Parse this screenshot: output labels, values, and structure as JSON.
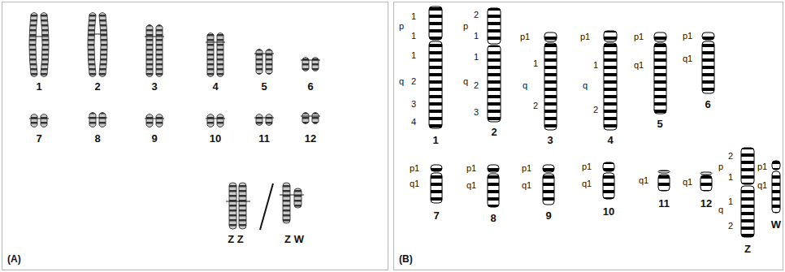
{
  "diagram": {
    "nodes": [
      {
        "text": [
          "(A)"
        ]
      },
      {
        "text": [
          "(B)"
        ]
      }
    ],
    "labels": [
      "1",
      "2",
      "3",
      "4",
      "5",
      "6",
      "7",
      "8",
      "9",
      "10",
      "11",
      "12",
      "Z Z",
      "Z W",
      "p",
      "1",
      "1",
      "q",
      "1",
      "2",
      "3",
      "4",
      "p",
      "2",
      "1",
      "q",
      "1",
      "2",
      "3",
      "p1",
      "q",
      "1",
      "2",
      "p1",
      "q",
      "1",
      "2",
      "p1",
      "q1",
      "p1",
      "q1",
      "p1",
      "q1",
      "p1",
      "q1",
      "p1",
      "q1",
      "p1",
      "q1",
      "q1",
      "q1",
      "p",
      "2",
      "1",
      "q",
      "1",
      "2",
      "p1",
      "q1",
      "1",
      "2",
      "3",
      "4",
      "5",
      "6",
      "7",
      "8",
      "9",
      "10",
      "11",
      "12",
      "Z",
      "W"
    ]
  }
}
